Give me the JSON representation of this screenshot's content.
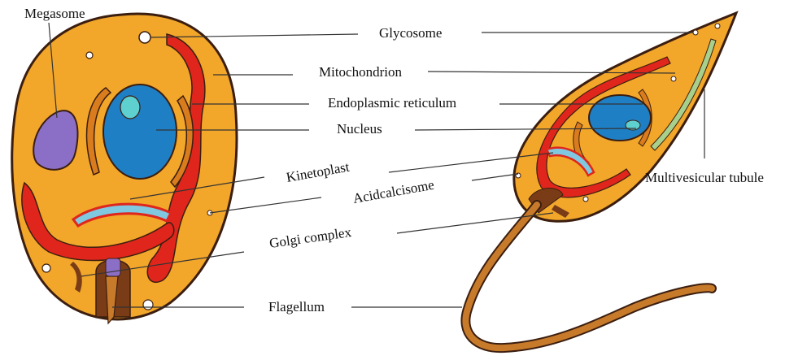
{
  "labels": {
    "megasome": "Megasome",
    "glycosome": "Glycosome",
    "mitochondrion": "Mitochondrion",
    "endoplasmic_reticulum": "Endoplasmic reticulum",
    "nucleus": "Nucleus",
    "kinetoplast": "Kinetoplast",
    "acidcalcisome": "Acidcalcisome",
    "golgi_complex": "Golgi complex",
    "flagellum": "Flagellum",
    "multivesicular_tubule": "Multivesicular tubule"
  },
  "colors": {
    "cytoplasm": "#f2a62a",
    "outline": "#3b1e10",
    "mitochondrion": "#e0261c",
    "nucleus": "#1f7fc4",
    "nucleolus": "#5fd0d0",
    "megasome": "#8b6fc7",
    "er": "#d97c1e",
    "golgi": "#7a3c16",
    "flagellum": "#c77a2a",
    "kinetoplast_dna": "#7fc8e0",
    "tubule": "#a8d08d"
  }
}
